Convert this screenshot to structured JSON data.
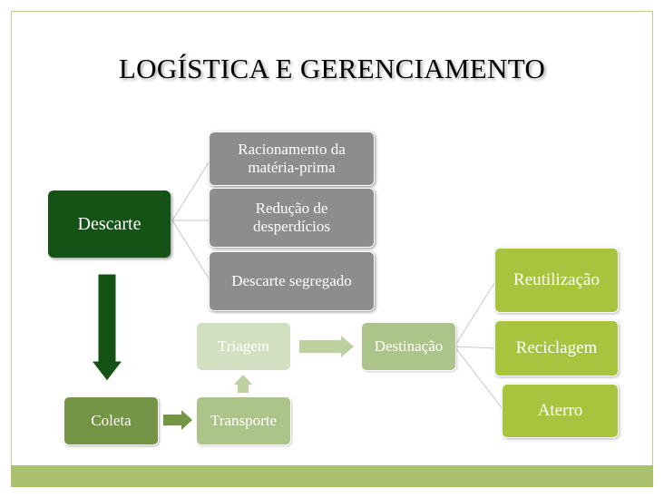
{
  "title": "LOGÍSTICA E GERENCIAMENTO",
  "nodes": {
    "descarte": "Descarte",
    "racionamento": "Racionamento da matéria-prima",
    "reducao": "Redução de desperdícios",
    "descarte_segregado": "Descarte segregado",
    "coleta": "Coleta",
    "transporte": "Transporte",
    "triagem": "Triagem",
    "destinacao": "Destinação",
    "reutilizacao": "Reutilização",
    "reciclagem": "Reciclagem",
    "aterro": "Aterro"
  },
  "colors": {
    "dark_green": "#155216",
    "gray": "#8d8d8d",
    "olive": "#749446",
    "light_green": "#acc489",
    "pale_green": "#d3e0c0",
    "lime": "#a8c43e",
    "band": "#a9c16e"
  }
}
